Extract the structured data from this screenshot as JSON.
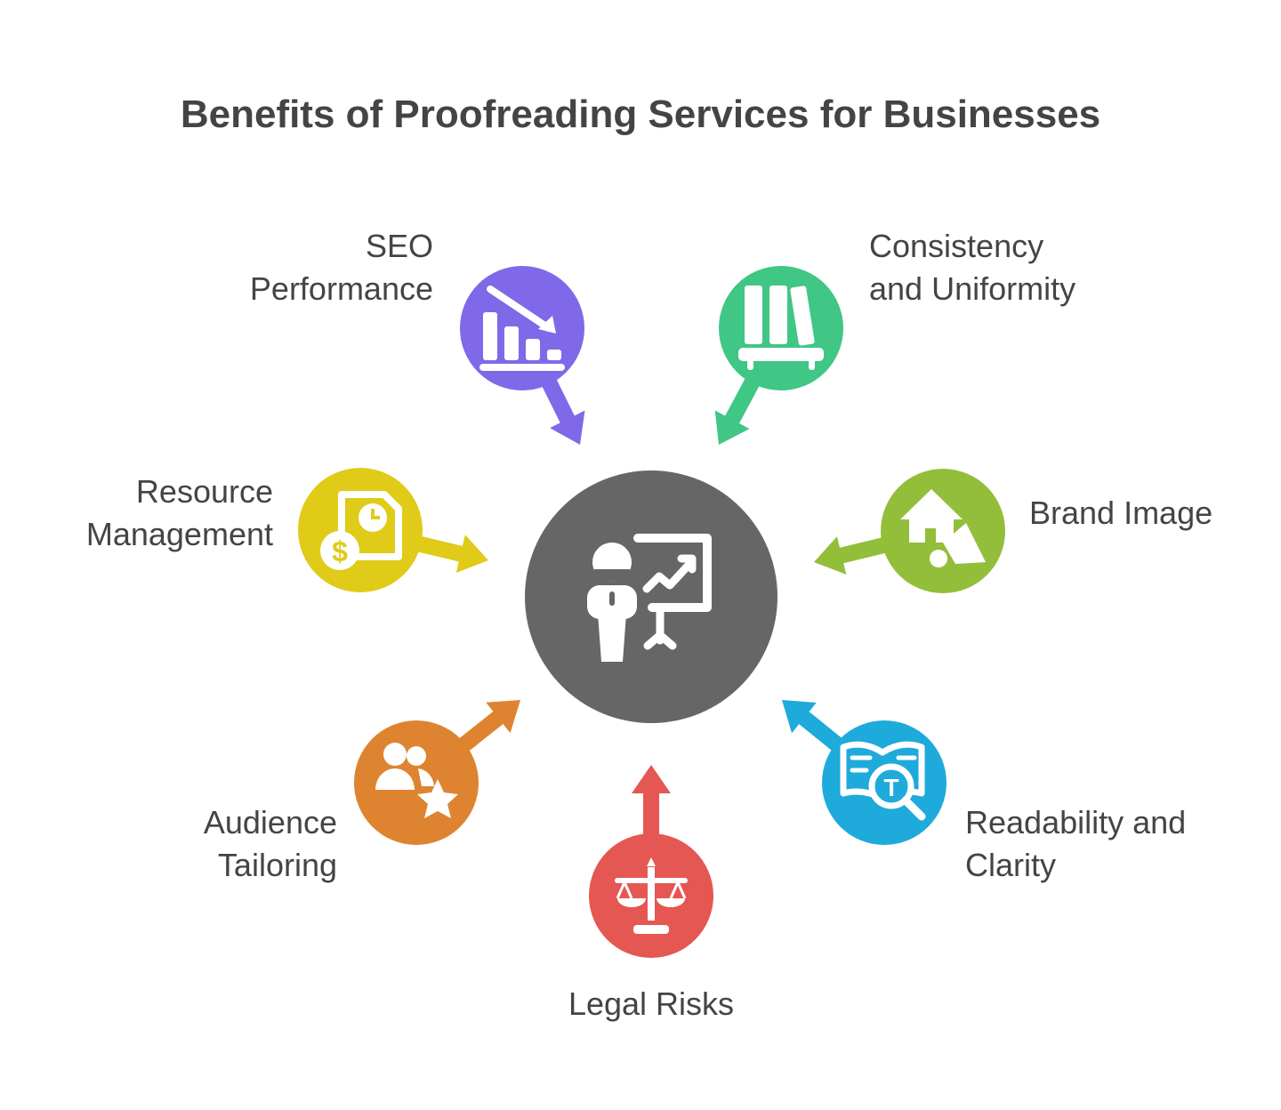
{
  "title": "Benefits of Proofreading Services for Businesses",
  "center": {
    "icon": "presenter-chart-icon",
    "color": "#666666"
  },
  "items": [
    {
      "key": "seo",
      "line1": "SEO",
      "line2": "Performance",
      "color": "#7F69E8",
      "icon": "declining-bar-chart-icon"
    },
    {
      "key": "consistency",
      "line1": "Consistency",
      "line2": "and Uniformity",
      "color": "#40C685",
      "icon": "bookshelf-icon"
    },
    {
      "key": "resource",
      "line1": "Resource",
      "line2": "Management",
      "color": "#DFCB18",
      "icon": "document-dollar-clock-icon"
    },
    {
      "key": "brand",
      "line1": "Brand Image",
      "line2": "",
      "color": "#93BE3A",
      "icon": "house-megaphone-icon"
    },
    {
      "key": "audience",
      "line1": "Audience",
      "line2": "Tailoring",
      "color": "#DE8431",
      "icon": "users-star-icon"
    },
    {
      "key": "legal",
      "line1": "Legal Risks",
      "line2": "",
      "color": "#E55753",
      "icon": "scales-icon"
    },
    {
      "key": "readability",
      "line1": "Readability and",
      "line2": "Clarity",
      "color": "#1EAADB",
      "icon": "book-magnifier-icon"
    }
  ]
}
